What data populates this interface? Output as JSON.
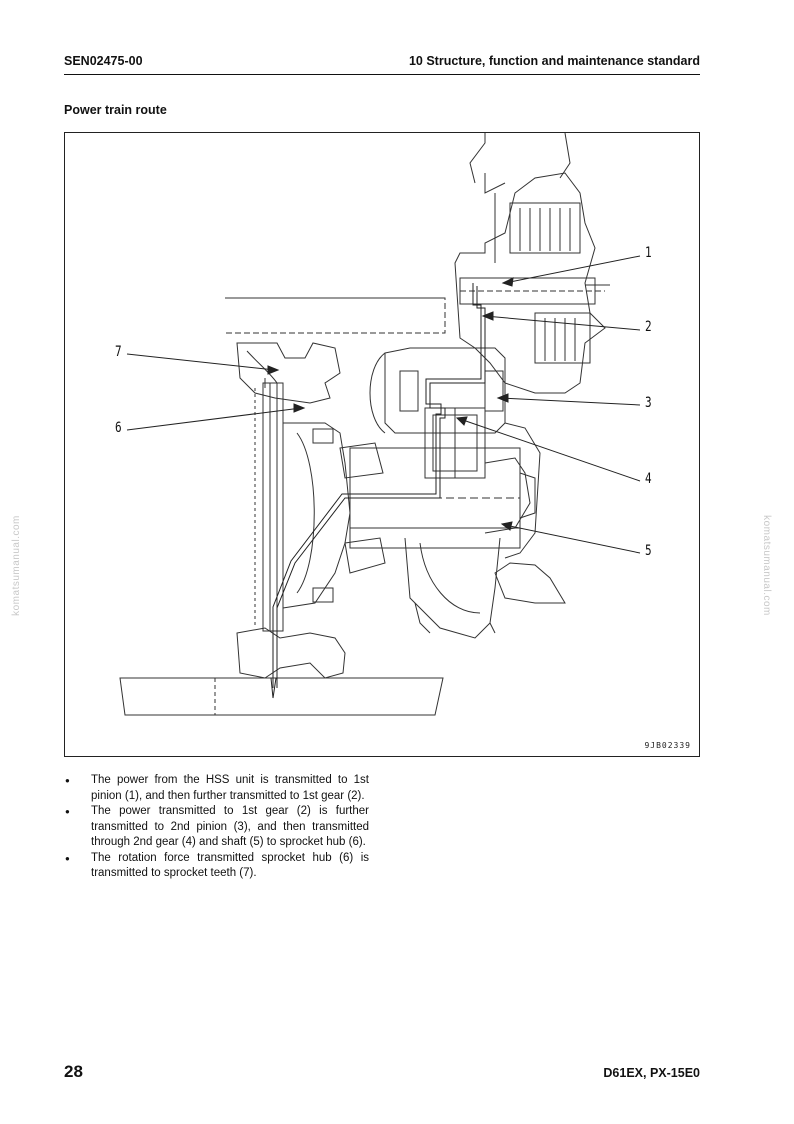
{
  "header": {
    "doc_code": "SEN02475-00",
    "section": "10 Structure, function and maintenance standard"
  },
  "section_title": "Power train route",
  "figure": {
    "code": "9JB02339",
    "callouts": [
      "1",
      "2",
      "3",
      "4",
      "5",
      "6",
      "7"
    ]
  },
  "bullets": [
    "The power from the HSS unit is transmitted to 1st pinion (1), and then further transmitted to 1st gear (2).",
    "The power transmitted to 1st gear (2) is further transmitted to 2nd pinion (3), and then transmitted through 2nd gear (4) and shaft (5) to sprocket hub (6).",
    "The rotation force transmitted sprocket hub (6) is transmitted to sprocket teeth (7)."
  ],
  "watermark": "komatsumanual.com",
  "footer": {
    "page": "28",
    "model": "D61EX, PX-15E0"
  }
}
